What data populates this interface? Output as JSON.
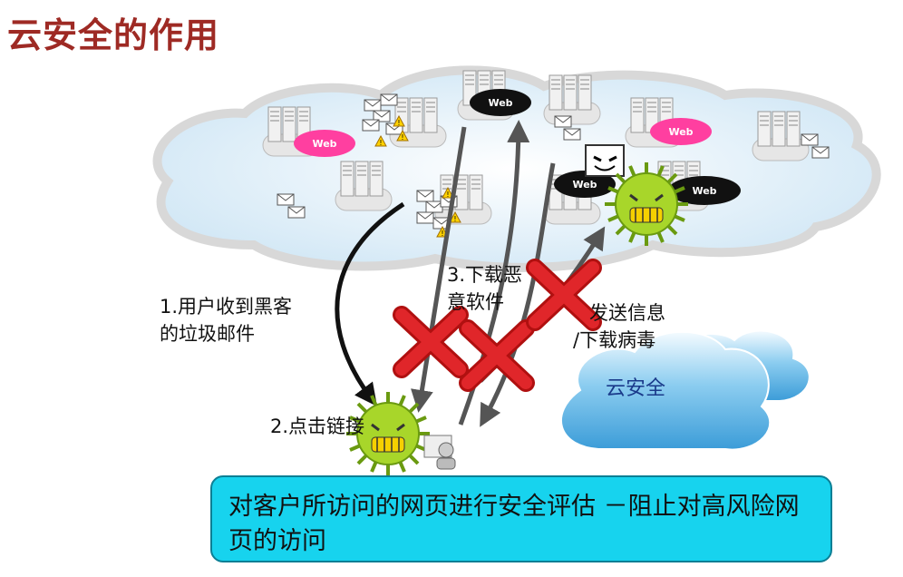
{
  "title": "云安全的作用",
  "steps": {
    "step1": [
      "1.用户收到黑客",
      "的垃圾邮件"
    ],
    "step2": "2.点击链接",
    "step3": [
      "3.下载恶",
      "意软件"
    ],
    "step4": [
      "发送信息",
      "/下载病毒"
    ]
  },
  "web_label": "Web",
  "cloud_security_label": "云安全",
  "callout": "对客户所访问的网页进行安全评估 －阻止对高风险网页的访问",
  "colors": {
    "title": "#9e2a24",
    "web_pink": "#ff3fa0",
    "web_black": "#111111",
    "cross": "#e0262a",
    "virus": "#a8d62a",
    "callout": "#17d3ee"
  }
}
